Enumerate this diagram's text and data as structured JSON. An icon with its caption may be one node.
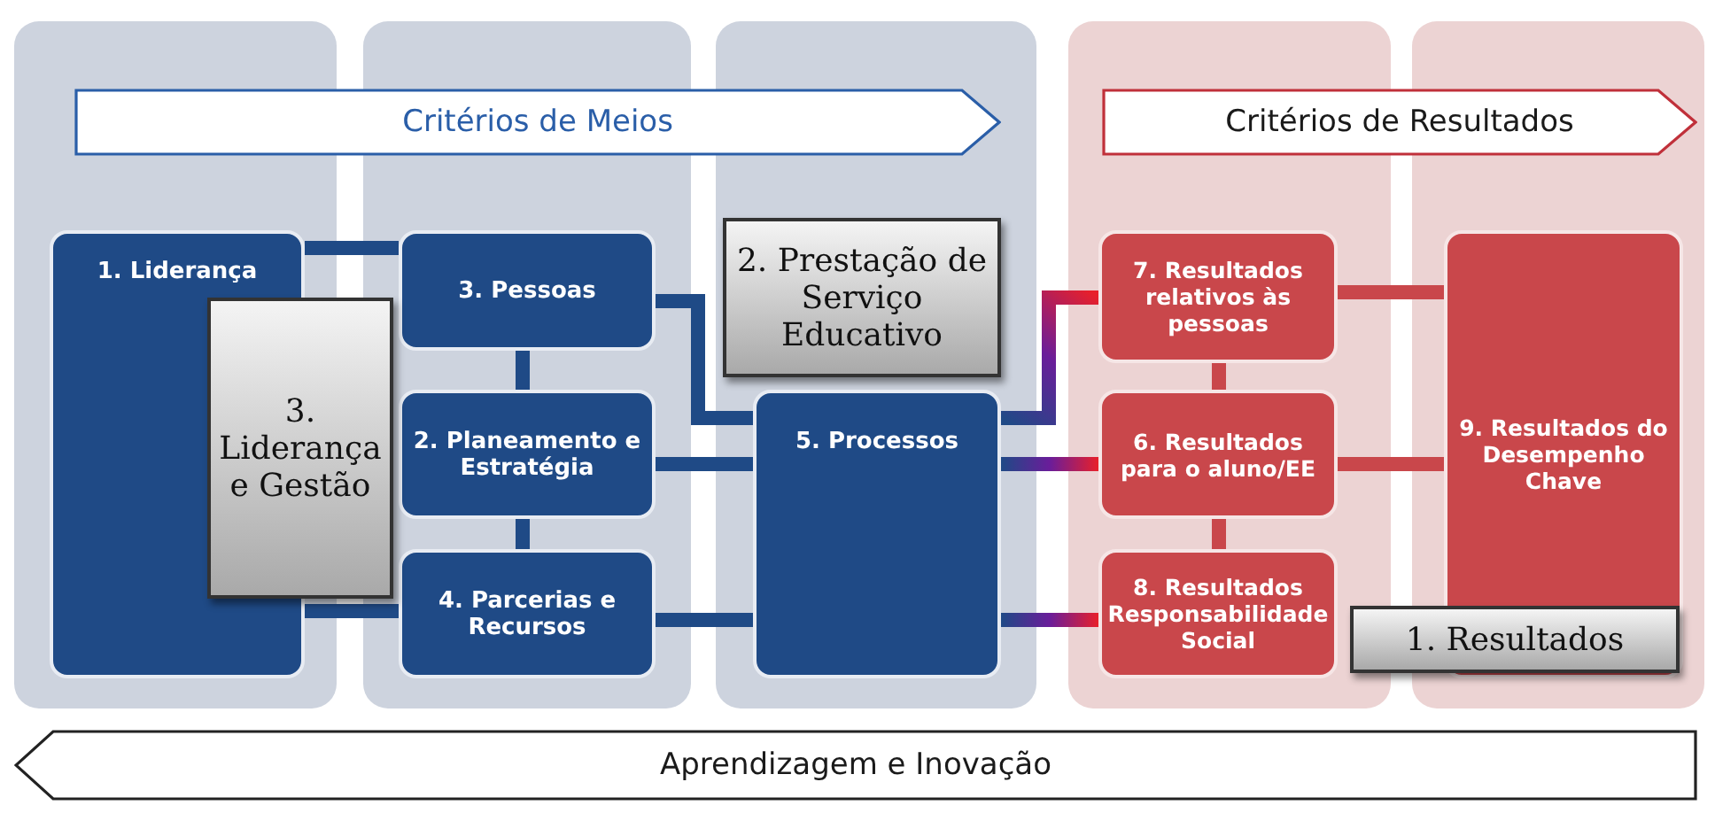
{
  "diagram": {
    "nodes": [
      {
        "text": [
          "Critérios de Meios"
        ]
      },
      {
        "text": [
          "Critérios de Resultados"
        ]
      },
      {
        "text": [
          "1. Liderança"
        ]
      },
      {
        "text": [
          "3. Liderança e Gestão"
        ]
      },
      {
        "text": [
          "3. Pessoas"
        ]
      },
      {
        "text": [
          "2. Planeamento e Estratégia"
        ]
      },
      {
        "text": [
          "4. Parcerias e Recursos"
        ]
      },
      {
        "text": [
          "2. Prestação de Serviço Educativo"
        ]
      },
      {
        "text": [
          "5. Processos"
        ]
      },
      {
        "text": [
          "7. Resultados relativos às pessoas"
        ]
      },
      {
        "text": [
          "6. Resultados para o aluno/EE"
        ]
      },
      {
        "text": [
          "8. Resultados Responsabilidade Social"
        ]
      },
      {
        "text": [
          "9. Resultados do Desempenho Chave"
        ]
      },
      {
        "text": [
          "1. Resultados"
        ]
      },
      {
        "text": [
          "Aprendizagem e Inovação"
        ]
      }
    ],
    "edges": [
      {
        "from": 2,
        "to": 4,
        "arrow": "none"
      },
      {
        "from": 2,
        "to": 6,
        "arrow": "none"
      },
      {
        "from": 4,
        "to": 8,
        "arrow": "none"
      },
      {
        "from": 5,
        "to": 8,
        "arrow": "none"
      },
      {
        "from": 6,
        "to": 8,
        "arrow": "none"
      },
      {
        "from": 4,
        "to": 5,
        "arrow": "none"
      },
      {
        "from": 5,
        "to": 6,
        "arrow": "none"
      },
      {
        "from": 8,
        "to": 9,
        "arrow": "none",
        "color": "#e8202a"
      },
      {
        "from": 8,
        "to": 10,
        "arrow": "none",
        "color": "#e8202a"
      },
      {
        "from": 8,
        "to": 11,
        "arrow": "none",
        "color": "#e8202a"
      },
      {
        "from": 9,
        "to": 10,
        "arrow": "none",
        "color": "#c9474b"
      },
      {
        "from": 10,
        "to": 11,
        "arrow": "none",
        "color": "#c9474b"
      },
      {
        "from": 9,
        "to": 12,
        "arrow": "none",
        "color": "#c9474b"
      },
      {
        "from": 10,
        "to": 12,
        "arrow": "none",
        "color": "#c9474b"
      }
    ]
  }
}
